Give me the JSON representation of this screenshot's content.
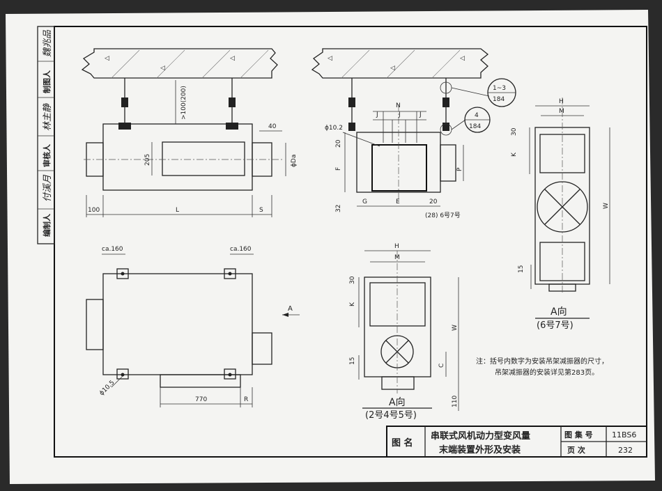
{
  "side_column": {
    "labels": [
      "编制人",
      "审核人",
      "制图人"
    ],
    "signatures": [
      "付溪月",
      "林主静",
      "魏兆品"
    ]
  },
  "view_front": {
    "dim_top": ">100(200)",
    "dim_40": "40",
    "dim_205": "205",
    "dim_da": "ϕDa",
    "dim_100": "100",
    "dim_L": "L",
    "dim_S": "S"
  },
  "view_section": {
    "dim_N": "N",
    "dim_J1": "J",
    "dim_J2": "J",
    "dim_J3": "J",
    "dim_phi": "ϕ10.2",
    "dim_20_top": "20",
    "dim_F": "F",
    "dim_P": "P",
    "dim_32": "32",
    "dim_G": "G",
    "dim_E": "E",
    "dim_20_bot": "20",
    "note": "(28) 6号7号",
    "callout1_top": "1~3",
    "callout1_bot": "184",
    "callout2_top": "4",
    "callout2_bot": "184"
  },
  "view_a_large": {
    "dim_H": "H",
    "dim_M": "M",
    "dim_30": "30",
    "dim_K": "K",
    "dim_W": "W",
    "dim_15": "15",
    "title": "A向",
    "subtitle": "(6号7号)"
  },
  "view_plan": {
    "dim_ca1": "ca.160",
    "dim_ca2": "ca.160",
    "arrow_label": "A",
    "dim_phi": "ϕ10.5",
    "dim_770": "770",
    "dim_R": "R"
  },
  "view_a_small": {
    "dim_H": "H",
    "dim_M": "M",
    "dim_30": "30",
    "dim_K": "K",
    "dim_W": "W",
    "dim_15": "15",
    "dim_C": "C",
    "dim_110": "110",
    "title": "A向",
    "subtitle": "(2号4号5号)"
  },
  "note": {
    "line1": "注：括号内数字为安装吊架减振器的尺寸，",
    "line2": "吊架减振器的安装详见第283页。"
  },
  "title_block": {
    "name_label": "图  名",
    "title_line1": "串联式风机动力型变风量",
    "title_line2": "末端装置外形及安装",
    "atlas_label": "图 集 号",
    "atlas_value": "11BS6",
    "page_label": "页   次",
    "page_value": "232"
  }
}
